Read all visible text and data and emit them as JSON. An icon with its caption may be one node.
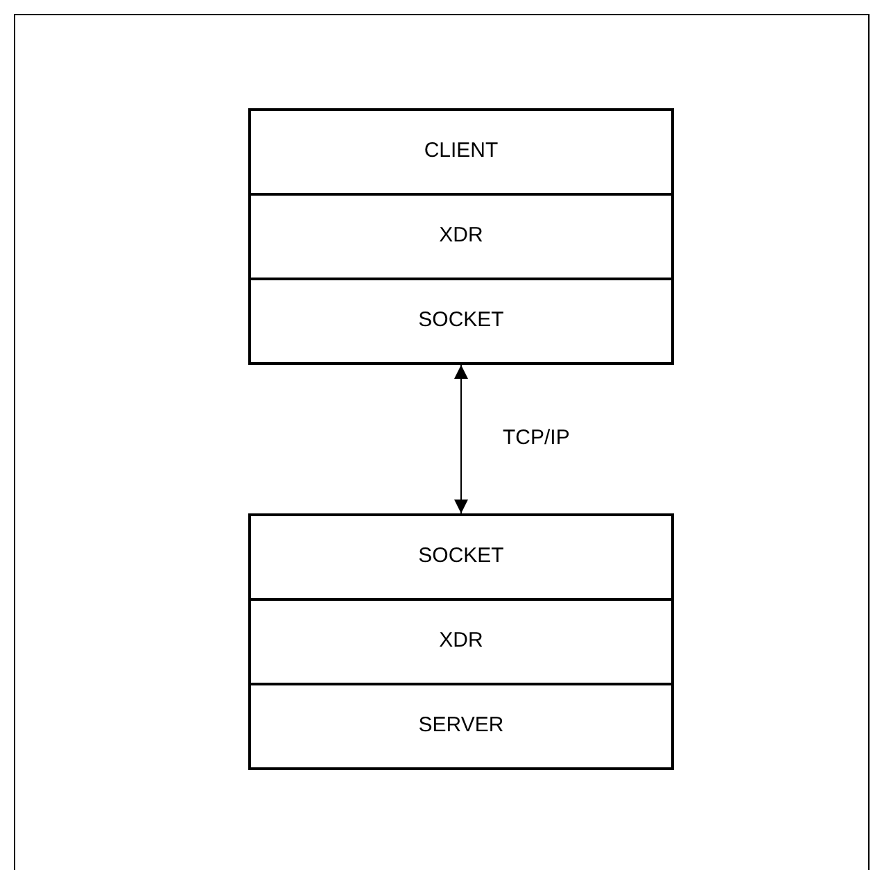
{
  "diagram": {
    "nodes": [
      {
        "text": [
          "CLIENT"
        ]
      },
      {
        "text": [
          "XDR"
        ]
      },
      {
        "text": [
          "SOCKET"
        ]
      },
      {
        "text": [
          "SOCKET"
        ]
      },
      {
        "text": [
          "XDR"
        ]
      },
      {
        "text": [
          "SERVER"
        ]
      }
    ],
    "edges": [
      {
        "from": 2,
        "to": 3,
        "arrow": "both",
        "label": "TCP/IP"
      }
    ]
  }
}
